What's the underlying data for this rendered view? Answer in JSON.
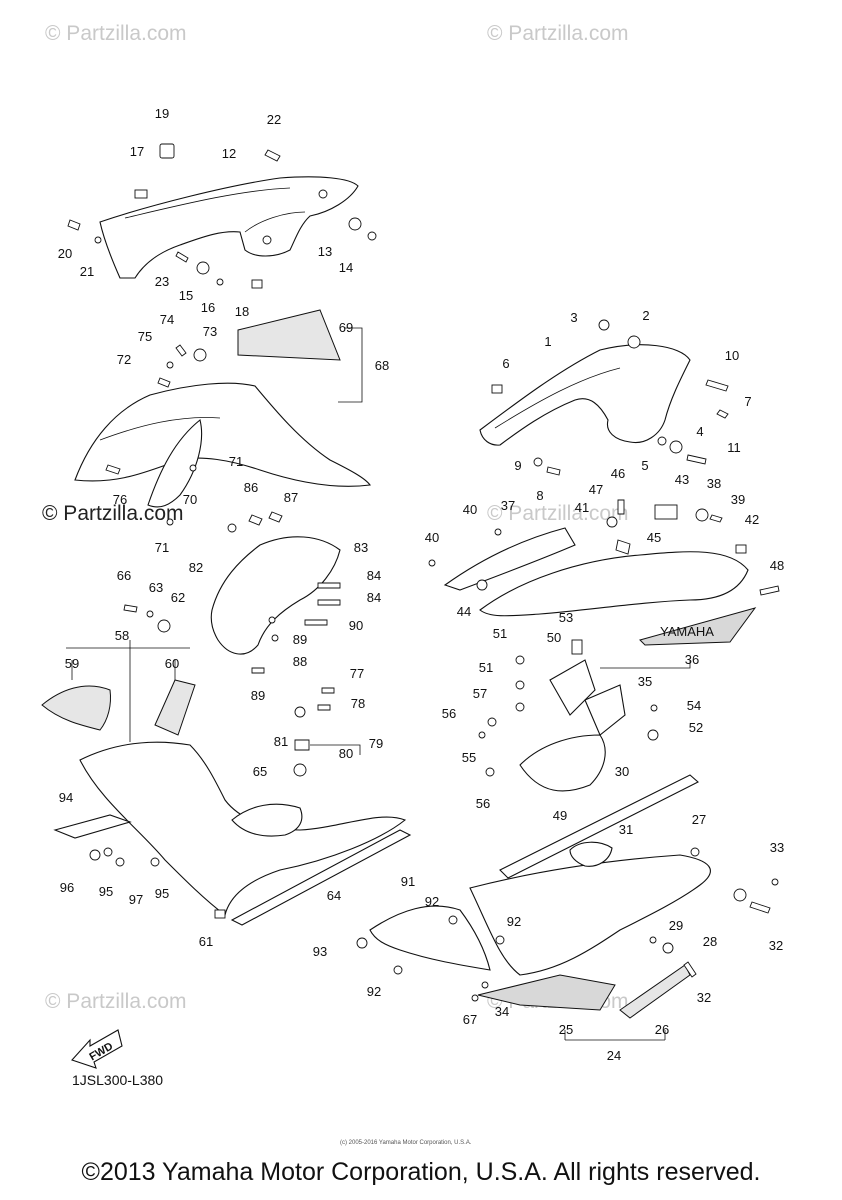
{
  "watermarks": [
    {
      "text": "© Partzilla.com",
      "style": "light"
    },
    {
      "text": "© Partzilla.com",
      "style": "light"
    },
    {
      "text": "© Partzilla.com",
      "style": "dark"
    },
    {
      "text": "© Partzilla.com",
      "style": "light"
    },
    {
      "text": "© Partzilla.com",
      "style": "light"
    },
    {
      "text": "© Partzilla.com",
      "style": "light"
    }
  ],
  "diagram_code": "1JSL300-L380",
  "copyright": "©2013 Yamaha Motor Corporation, U.S.A. All rights reserved.",
  "fine_print": "(c) 2005-2016 Yamaha Motor Corporation, U.S.A.",
  "fwd_label": "FWD",
  "decal_text": "YAMAHA",
  "callouts": [
    "1",
    "2",
    "3",
    "4",
    "5",
    "6",
    "7",
    "8",
    "9",
    "10",
    "11",
    "12",
    "13",
    "14",
    "15",
    "16",
    "17",
    "18",
    "19",
    "20",
    "21",
    "22",
    "23",
    "24",
    "25",
    "26",
    "27",
    "28",
    "29",
    "30",
    "31",
    "32",
    "33",
    "34",
    "35",
    "36",
    "37",
    "38",
    "39",
    "40",
    "41",
    "42",
    "43",
    "44",
    "45",
    "46",
    "47",
    "48",
    "49",
    "50",
    "51",
    "52",
    "53",
    "54",
    "55",
    "56",
    "57",
    "58",
    "59",
    "60",
    "61",
    "62",
    "63",
    "64",
    "65",
    "66",
    "67",
    "68",
    "69",
    "70",
    "71",
    "72",
    "73",
    "74",
    "75",
    "76",
    "77",
    "78",
    "79",
    "80",
    "81",
    "82",
    "83",
    "84",
    "86",
    "87",
    "88",
    "89",
    "90",
    "91",
    "92",
    "93",
    "94",
    "95",
    "96",
    "97"
  ]
}
